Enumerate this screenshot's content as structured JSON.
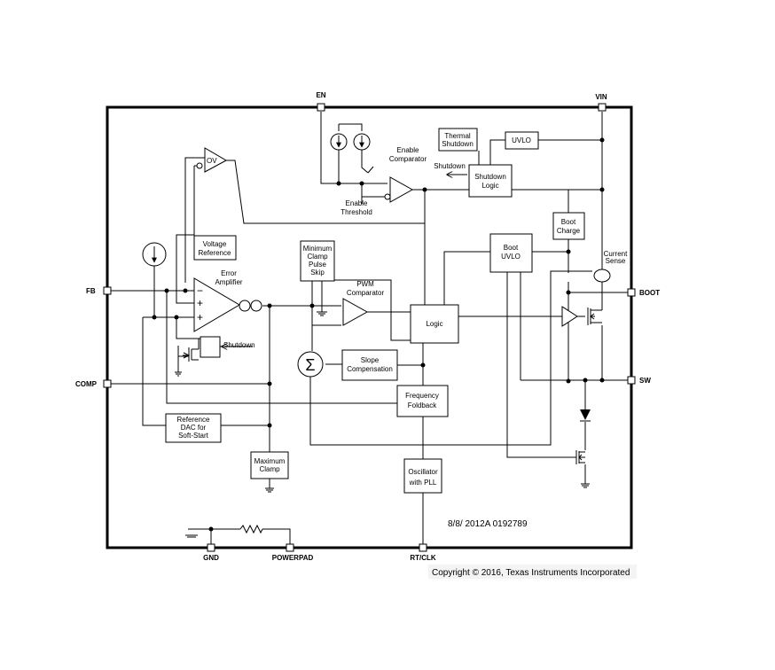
{
  "pins": {
    "en": "EN",
    "vin": "VIN",
    "fb": "FB",
    "comp": "COMP",
    "boot": "BOOT",
    "sw": "SW",
    "gnd": "GND",
    "powerpad": "POWERPAD",
    "rtclk": "RT/CLK"
  },
  "blocks": {
    "ov": "OV",
    "voltage_reference": [
      "Voltage",
      "Reference"
    ],
    "error_amplifier": [
      "Error",
      "Amplifier"
    ],
    "shutdown_switch": "Shutdown",
    "min_clamp": [
      "Minimum",
      "Clamp",
      "Pulse",
      "Skip"
    ],
    "pwm_comparator": [
      "PWM",
      "Comparator"
    ],
    "logic": "Logic",
    "slope_compensation": [
      "Slope",
      "Compensation"
    ],
    "frequency_foldback": [
      "Frequency",
      "Foldback"
    ],
    "reference_dac": [
      "Reference",
      "DAC for",
      "Soft-Start"
    ],
    "maximum_clamp": [
      "Maximum",
      "Clamp"
    ],
    "oscillator": [
      "Oscillator",
      "with PLL"
    ],
    "thermal_shutdown": [
      "Thermal",
      "Shutdown"
    ],
    "uvlo": "UVLO",
    "shutdown_logic": [
      "Shutdown",
      "Logic"
    ],
    "shutdown_arrow": "Shutdown",
    "enable_comparator": [
      "Enable",
      "Comparator"
    ],
    "enable_threshold": [
      "Enable",
      "Threshold"
    ],
    "boot_charge": [
      "Boot",
      "Charge"
    ],
    "boot_uvlo": [
      "Boot",
      "UVLO"
    ],
    "current_sense": [
      "Current",
      "Sense"
    ],
    "summer": "Σ"
  },
  "footer": {
    "doc_code": "8/8/ 2012A 0192789",
    "copyright": "Copyright © 2016, Texas Instruments Incorporated"
  }
}
